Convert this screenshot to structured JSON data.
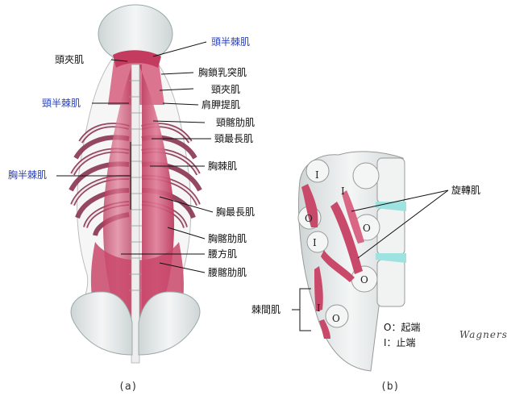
{
  "figure_a": {
    "caption": "(a)",
    "labels": {
      "head_semispinalis": "頭半棘肌",
      "splenius_capitis": "頭夾肌",
      "sternocleidomastoid": "胸鎖乳突肌",
      "splenius_cervicis": "頸夾肌",
      "cervical_semispinalis": "頸半棘肌",
      "levator_scapulae": "肩胛提肌",
      "iliocostalis_cervicis": "頸髂肋肌",
      "longissimus_cervicis": "頸最長肌",
      "thoracic_semispinalis": "胸半棘肌",
      "spinalis_thoracis": "胸棘肌",
      "longissimus_thoracis": "胸最長肌",
      "iliocostalis_thoracis": "胸髂肋肌",
      "quadratus_lumborum": "腰方肌",
      "iliocostalis_lumborum": "腰髂肋肌"
    }
  },
  "figure_b": {
    "caption": "(b)",
    "labels": {
      "rotatores": "旋轉肌",
      "interspinales": "棘間肌"
    },
    "markers": [
      "I",
      "I",
      "O",
      "I",
      "O",
      "O",
      "I",
      "O"
    ],
    "legend": {
      "origin": "O：起端",
      "insertion": "I：止端"
    },
    "signature": "Wagners"
  },
  "colors": {
    "muscle": "#c8496a",
    "muscle_light": "#e58aa4",
    "bone": "#e9ecec",
    "bone_shade": "#c4cacb",
    "blue_label": "#2a3fb8",
    "cartilage": "#9fe3e0"
  }
}
